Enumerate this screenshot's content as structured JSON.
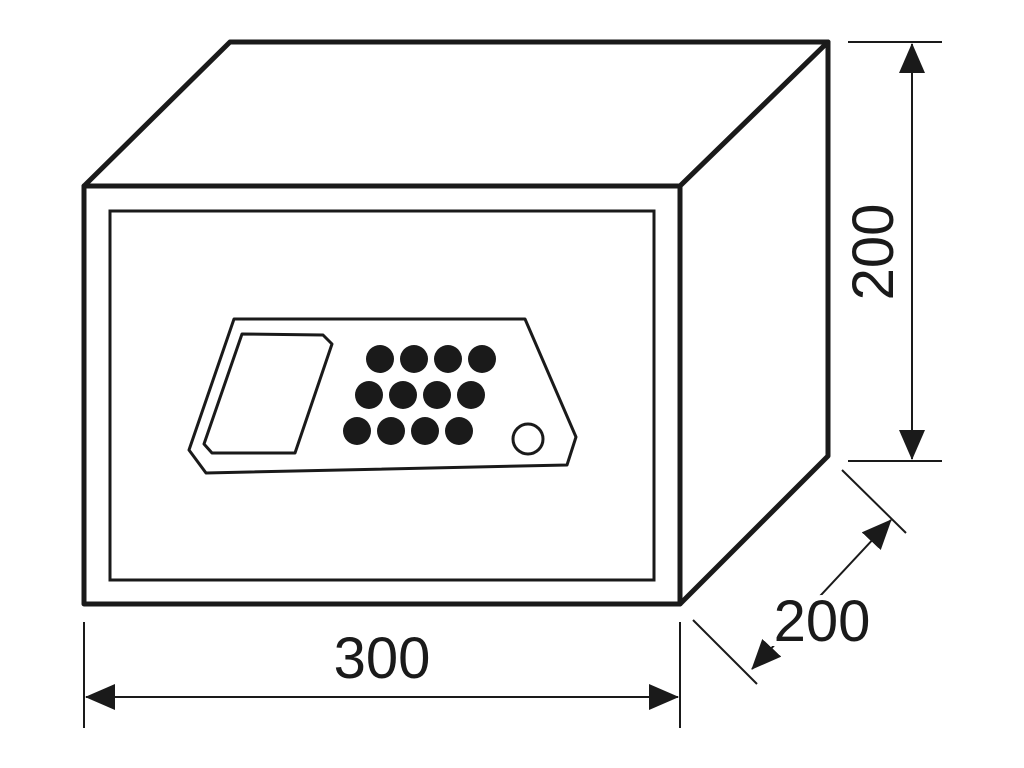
{
  "dimensions": {
    "width_label": "300",
    "height_label": "200",
    "depth_label": "200"
  },
  "keypad": {
    "key_rows": [
      4,
      4,
      4
    ],
    "round_button_count": 1
  },
  "colors": {
    "stroke": "#1a1a1a",
    "fill": "#ffffff",
    "key": "#1a1a1a"
  }
}
